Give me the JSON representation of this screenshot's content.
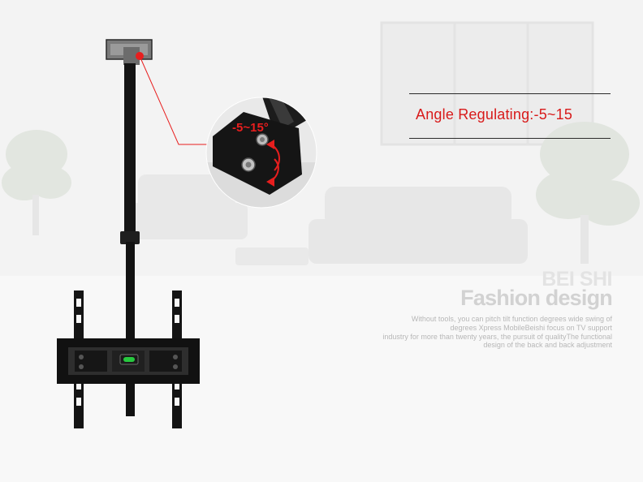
{
  "headline": {
    "angle_text": "Angle Regulating:-5~15"
  },
  "detail_callout": {
    "label": "-5~15°"
  },
  "brand": {
    "name": "BEI SHI",
    "tagline": "Fashion design",
    "description_lines": [
      "Without tools, you can pitch tilt function  degrees wide swing of",
      "degrees Xpress MobileBeishi focus on TV support",
      "industry for more than twenty years, the pursuit of qualityThe functional",
      "design of the back and back adjustment"
    ]
  },
  "colors": {
    "accent_red": "#d81a1a",
    "mount_black": "#141414",
    "level_green": "#27c93f"
  },
  "icons": {
    "rotation_arrows": "curved-double-arrow-icon",
    "pivot_marker": "red-dot-icon",
    "bubble_level": "bubble-level-icon"
  }
}
